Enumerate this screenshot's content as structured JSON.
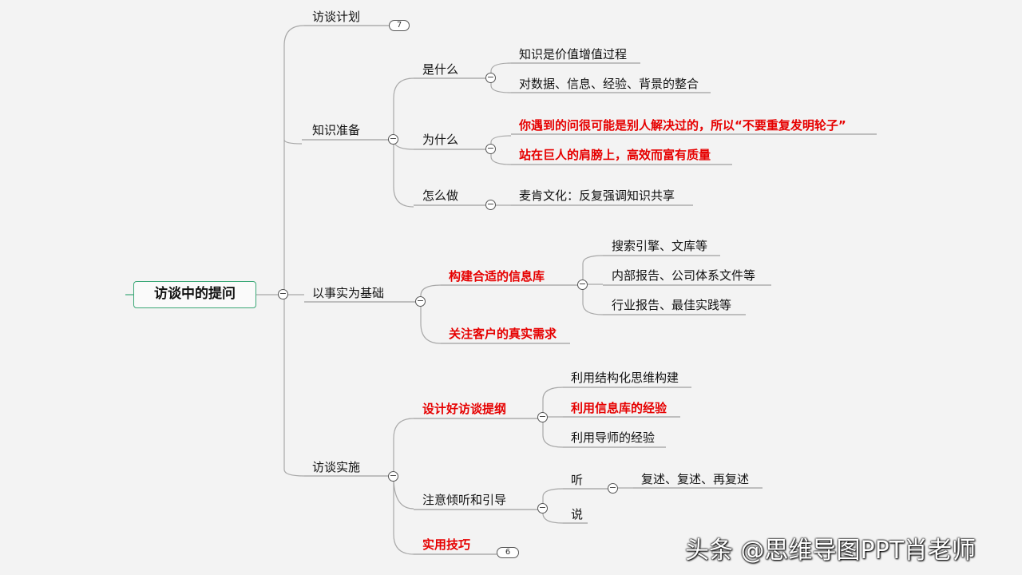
{
  "root": "访谈中的提问",
  "branches": {
    "plan": {
      "label": "访谈计划",
      "collapsed_count": "7"
    },
    "knowledge": {
      "label": "知识准备",
      "what": {
        "label": "是什么",
        "items": [
          "知识是价值增值过程",
          "对数据、信息、经验、背景的整合"
        ]
      },
      "why": {
        "label": "为什么",
        "items": [
          "你遇到的问很可能是别人解决过的，所以“不要重复发明轮子”",
          "站在巨人的肩膀上，高效而富有质量"
        ]
      },
      "how": {
        "label": "怎么做",
        "items": [
          "麦肯文化：反复强调知识共享"
        ]
      }
    },
    "facts": {
      "label": "以事实为基础",
      "database": {
        "label": "构建合适的信息库",
        "items": [
          "搜索引擎、文库等",
          "内部报告、公司体系文件等",
          "行业报告、最佳实践等"
        ]
      },
      "needs": {
        "label": "关注客户的真实需求"
      }
    },
    "execution": {
      "label": "访谈实施",
      "outline": {
        "label": "设计好访谈提纲",
        "items": [
          "利用结构化思维构建",
          "利用信息库的经验",
          "利用导师的经验"
        ]
      },
      "listen": {
        "label": "注意倾听和引导",
        "hear": {
          "label": "听",
          "items": [
            "复述、复述、再复述"
          ]
        },
        "speak": {
          "label": "说"
        }
      },
      "tips": {
        "label": "实用技巧",
        "collapsed_count": "6"
      }
    }
  },
  "toggle_symbol": "−",
  "watermark": "头条 @思维导图PPT肖老师",
  "colors": {
    "line": "#a8a8a8",
    "underline": "#8a8a8a",
    "highlight": "#e60000",
    "root_border": "#3aa776",
    "background": "#f3f3f3"
  }
}
